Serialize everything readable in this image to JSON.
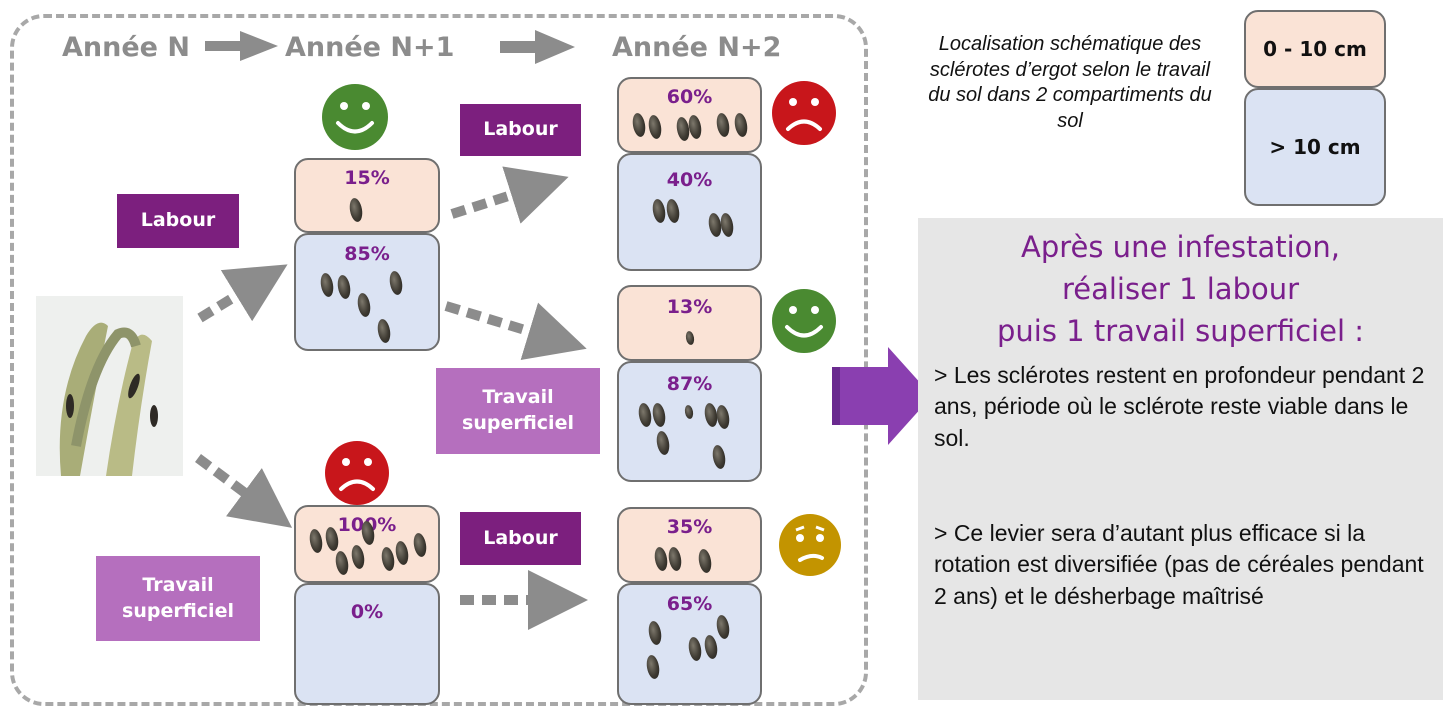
{
  "years": {
    "n": "Année N",
    "n1": "Année N+1",
    "n2": "Année N+2"
  },
  "legend": {
    "caption": "Localisation schématique des sclérotes d’ergot selon le travail du sol dans 2 compartiments du sol",
    "top_label": "0 - 10 cm",
    "bottom_label": "> 10 cm"
  },
  "practices": {
    "labour": "Labour",
    "travail_line1": "Travail",
    "travail_line2": "superficiel"
  },
  "year_n1": {
    "labour": {
      "top_pct": "15%",
      "bottom_pct": "85%",
      "face": "happy"
    },
    "travail": {
      "top_pct": "100%",
      "bottom_pct": "0%",
      "face": "sad"
    }
  },
  "year_n2": {
    "labour_labour": {
      "top_pct": "60%",
      "bottom_pct": "40%",
      "face": "sad"
    },
    "labour_travail": {
      "top_pct": "13%",
      "bottom_pct": "87%",
      "face": "happy"
    },
    "travail_labour": {
      "top_pct": "35%",
      "bottom_pct": "65%",
      "face": "worried"
    }
  },
  "colors": {
    "top_soil": "#fae3d6",
    "deep_soil": "#dbe3f3",
    "purple_dark": "#7c1f7e",
    "purple_light": "#b56fbe",
    "happy": "#4a8a31",
    "sad": "#c8161b",
    "worried": "#c39400"
  },
  "panel": {
    "title_line1": "Après une infestation,",
    "title_line2": "réaliser 1 labour",
    "title_line3": "puis 1 travail superficiel :",
    "para1": "> Les sclérotes restent en profondeur pendant 2 ans, période où le sclérote reste viable dans le sol.",
    "para2": "> Ce levier sera d’autant plus efficace si la rotation est diversifiée (pas de céréales pendant 2 ans) et le désherbage maîtrisé"
  }
}
